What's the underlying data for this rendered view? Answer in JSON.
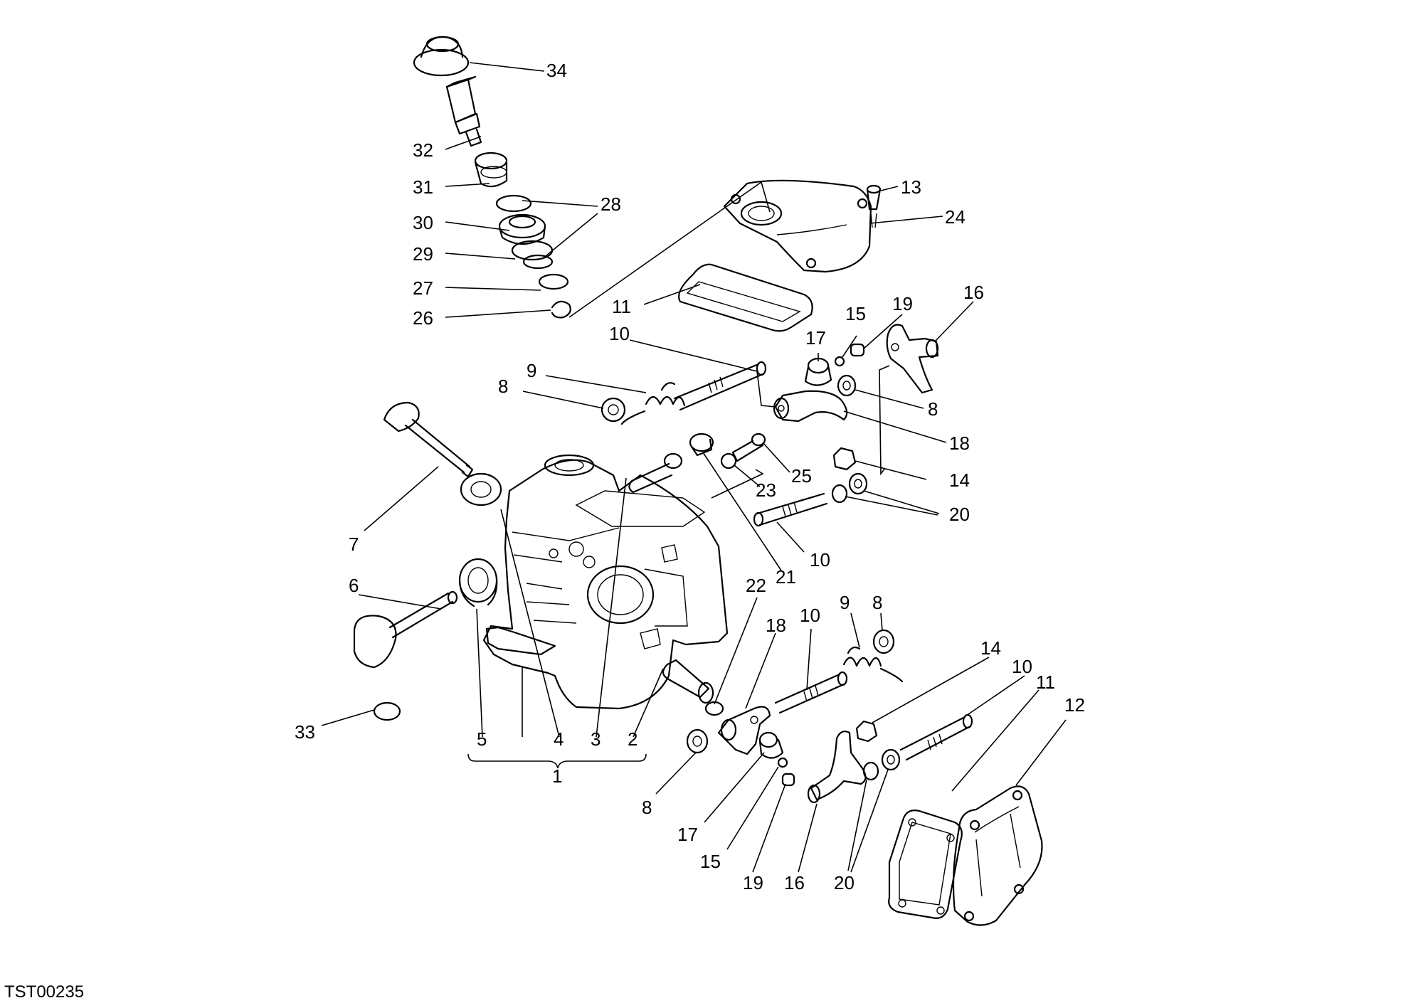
{
  "drawing_code": "TST00235",
  "callouts": [
    {
      "id": "c34",
      "label": "34"
    },
    {
      "id": "c32",
      "label": "32"
    },
    {
      "id": "c31",
      "label": "31"
    },
    {
      "id": "c28",
      "label": "28"
    },
    {
      "id": "c30",
      "label": "30"
    },
    {
      "id": "c29",
      "label": "29"
    },
    {
      "id": "c27",
      "label": "27"
    },
    {
      "id": "c26",
      "label": "26"
    },
    {
      "id": "c13",
      "label": "13"
    },
    {
      "id": "c24",
      "label": "24"
    },
    {
      "id": "c11a",
      "label": "11"
    },
    {
      "id": "c10a",
      "label": "10"
    },
    {
      "id": "c15a",
      "label": "15"
    },
    {
      "id": "c19a",
      "label": "19"
    },
    {
      "id": "c16a",
      "label": "16"
    },
    {
      "id": "c17a",
      "label": "17"
    },
    {
      "id": "c9a",
      "label": "9"
    },
    {
      "id": "c8a",
      "label": "8"
    },
    {
      "id": "c8b",
      "label": "8"
    },
    {
      "id": "c18a",
      "label": "18"
    },
    {
      "id": "c25",
      "label": "25"
    },
    {
      "id": "c14a",
      "label": "14"
    },
    {
      "id": "c23",
      "label": "23"
    },
    {
      "id": "c20a",
      "label": "20"
    },
    {
      "id": "c7",
      "label": "7"
    },
    {
      "id": "c10b",
      "label": "10"
    },
    {
      "id": "c21",
      "label": "21"
    },
    {
      "id": "c6",
      "label": "6"
    },
    {
      "id": "c22",
      "label": "22"
    },
    {
      "id": "c18b",
      "label": "18"
    },
    {
      "id": "c10c",
      "label": "10"
    },
    {
      "id": "c9b",
      "label": "9"
    },
    {
      "id": "c8c",
      "label": "8"
    },
    {
      "id": "c14b",
      "label": "14"
    },
    {
      "id": "c10d",
      "label": "10"
    },
    {
      "id": "c11b",
      "label": "11"
    },
    {
      "id": "c12",
      "label": "12"
    },
    {
      "id": "c33",
      "label": "33"
    },
    {
      "id": "c5",
      "label": "5"
    },
    {
      "id": "c4",
      "label": "4"
    },
    {
      "id": "c3",
      "label": "3"
    },
    {
      "id": "c2",
      "label": "2"
    },
    {
      "id": "c1",
      "label": "1"
    },
    {
      "id": "c8d",
      "label": "8"
    },
    {
      "id": "c17b",
      "label": "17"
    },
    {
      "id": "c15b",
      "label": "15"
    },
    {
      "id": "c19b",
      "label": "19"
    },
    {
      "id": "c16b",
      "label": "16"
    },
    {
      "id": "c20b",
      "label": "20"
    }
  ]
}
